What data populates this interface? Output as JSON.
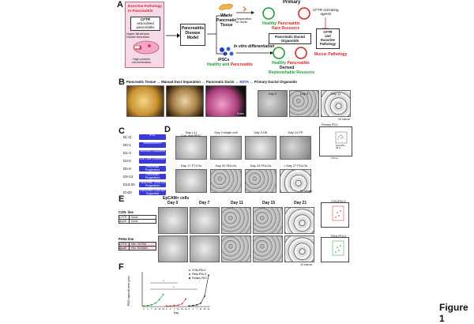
{
  "panels": {
    "A": "A",
    "B": "B",
    "C": "C",
    "D": "D",
    "E": "E",
    "F": "F"
  },
  "panelA": {
    "exocrine_title": "Exocrine Pathology\nin Pancreatitis",
    "cftr_assoc_1": "CFTR",
    "cftr_assoc_2": "associated",
    "cftr_assoc_3": "pancreatitis",
    "hyper_mucous": "Hyper-Mucinous\nDuctal Secretion",
    "high_protein": "High protein\nconcentration",
    "cftr_tag": "CFTR",
    "disease_model": "Pancreatitis\nDisease\nModel",
    "whole_tissue": "Whole\nPancreatic\nTissue",
    "separation": "Separation\nof ducts",
    "primary": "Primary",
    "healthy_primary": "Healthy",
    "pancreatitis_primary": "Pancreatitis",
    "rare_resource": "Rare Resource",
    "cftr_activating": "CFTR Activating\nagents",
    "pdo_box": "Pancreatic Ductal\nOrganoids",
    "cftr_exocrine": "CFTR\nand\nExocrine\nPathology",
    "ipscs": "iPSCs",
    "healthy_and": "Healthy and",
    "pancreatitis_ipsc": "Pancreatitis",
    "in_vitro": "In vitro differentiation",
    "healthy_derived": "Healthy",
    "pancreatitis_derived": "Pancreatitis",
    "derived": "Derived",
    "replenishable": "Replenishable Resource",
    "mucus_pathology": "Mucus Pathology"
  },
  "panelB": {
    "header": "Pancreatic Tissue → Manual Duct Separation → Pancreatic Ducts →",
    "edta": "EDTA",
    "arrow_primary": "→ Primary Ductal Organoids",
    "days": [
      "Day 0",
      "Day 5",
      "Day 11"
    ],
    "scale1": "5 mm",
    "scale2": "10 micron"
  },
  "panelC": {
    "stages": [
      {
        "day": "D(-1)",
        "label": "iPSC"
      },
      {
        "day": "D0-1",
        "label": "Mesendoderm"
      },
      {
        "day": "D1-3",
        "label": "Definitive Endoderm"
      },
      {
        "day": "D3-5",
        "label": "Gut Tube Endoderm"
      },
      {
        "day": "D5-9",
        "label": "Pancreatic Progenitors"
      },
      {
        "day": "D9-13",
        "label": "Pancreatic Progenitors"
      },
      {
        "day": "D13-20",
        "label": "Pancreatic Trunk-like Progenitors"
      },
      {
        "day": "D>20",
        "label": "Pancreatic Duct-like Organoids"
      }
    ]
  },
  "panelD": {
    "top": [
      "Day (-1)\nCon. line iPSC",
      "Day 0 single cell",
      "Day 3 DE",
      "Day 14 PP"
    ],
    "bottom": [
      "Day 17 PTLOs",
      "Day 20 PDLOs",
      "Day 24 PDLOs",
      "> Day 27 PDLOs"
    ],
    "scale": "10 micron",
    "flow_title": "Primary PDO",
    "flow_label": "EpCAM+\n92.2",
    "flow_x": "FSC-A",
    "flow_y": "EpCAM"
  },
  "panelE": {
    "title": "EpCAM+ cells",
    "days": [
      "Day 0",
      "Day 7",
      "Day 11",
      "Day 15",
      "Day 21"
    ],
    "con_line": "CON. line",
    "pan_line": "PANs line",
    "cftr_label": "CFTR",
    "apob_label": "ApoB",
    "con_cftr": "None",
    "con_apob": "None",
    "pan_cftr": "Het. V470M",
    "pan_apob": "Hm. S4338N",
    "flow_con": "CON-iPDLO",
    "flow_pan": "PANs iPDLO",
    "scale": "10 micron"
  },
  "panelF": {
    "ylabel": "PDO organoid area (µm²)",
    "xlabel": "Day",
    "legend": [
      "CON-iPDLO",
      "PANs iPDLO",
      "Primary PDO"
    ],
    "colors": [
      "#1e9e3a",
      "#d62828",
      "#111111"
    ],
    "star": "*"
  },
  "chart_data": {
    "type": "line",
    "title": "",
    "xlabel": "Day",
    "ylabel": "PDO organoid area (µm²)",
    "x_groups": [
      {
        "series": "CON-iPDLO",
        "x": [
          "2",
          "4",
          "7",
          "11",
          "15",
          "21"
        ]
      },
      {
        "series": "PANs iPDLO",
        "x": [
          "2",
          "4",
          "7",
          "11",
          "15",
          "21"
        ]
      },
      {
        "series": "Primary PDO",
        "x": [
          "2",
          "4",
          "7",
          "11",
          "15",
          "21"
        ]
      }
    ],
    "series": [
      {
        "name": "CON-iPDLO",
        "values": [
          0.02,
          0.03,
          0.05,
          0.1,
          0.2,
          0.35
        ]
      },
      {
        "name": "PANs iPDLO",
        "values": [
          0.02,
          0.02,
          0.03,
          0.04,
          0.08,
          0.22
        ]
      },
      {
        "name": "Primary PDO",
        "values": [
          0.02,
          0.03,
          0.05,
          0.1,
          0.3,
          0.9
        ]
      }
    ],
    "ylim": [
      0,
      1
    ],
    "grid": false,
    "legend_position": "top-right"
  },
  "figure_label": "Figure 1"
}
